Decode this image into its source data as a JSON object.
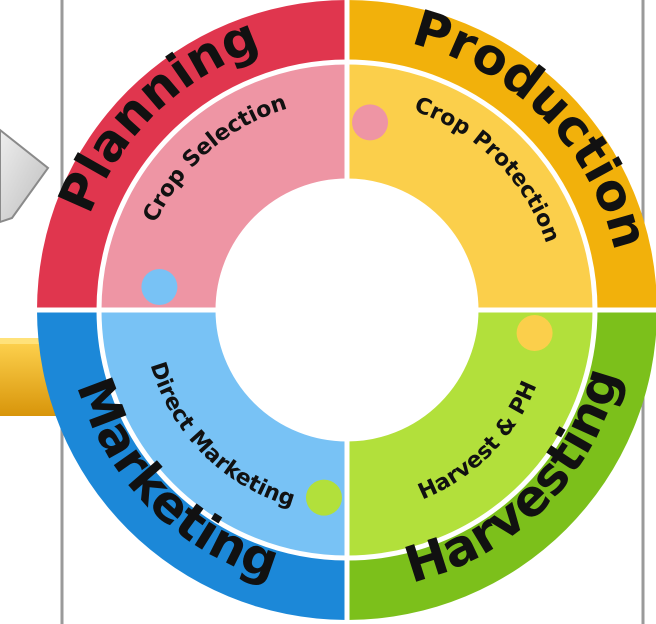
{
  "stages": [
    {
      "id": "planning",
      "label": "Planning",
      "sublabel": "Crop Selection"
    },
    {
      "id": "production",
      "label": "Production",
      "sublabel": "Crop Protection"
    },
    {
      "id": "harvesting",
      "label": "Harvesting",
      "sublabel": "Harvest & PH"
    },
    {
      "id": "marketing",
      "label": "Marketing",
      "sublabel": "Direct Marketing"
    }
  ],
  "colors": {
    "planning": "#e0364e",
    "planning_inner": "#ee95a4",
    "production": "#f2b10b",
    "production_inner": "#fbcf4b",
    "harvesting": "#7cc01b",
    "harvesting_inner": "#b2e03b",
    "marketing": "#1c88d8",
    "marketing_inner": "#78c2f5",
    "gold_bar": "#f3b61e"
  }
}
